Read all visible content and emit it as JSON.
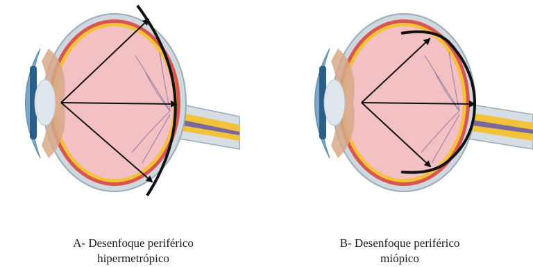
{
  "figures": [
    {
      "id": "A",
      "caption_line1": "A- Desenfoque periférico",
      "caption_line2": "hipermetrópico",
      "focal_surface": "behind-retina"
    },
    {
      "id": "B",
      "caption_line1": "B- Desenfoque periférico",
      "caption_line2": "miópico",
      "focal_surface": "in-front-of-retina"
    }
  ],
  "colors": {
    "sclera": "#cfd8df",
    "sclera_edge": "#9aaab6",
    "choroid": "#d9554f",
    "retina_yellow": "#f2c23a",
    "vitreous": "#f3c1c4",
    "cornea": "#7aa6c8",
    "iris": "#2c5f86",
    "lens": "#dfe6ee",
    "ciliary": "#d7a98a",
    "vessel": "#7a6a9c",
    "optic_nerve": "#f2c23a",
    "arrow": "#111111"
  }
}
